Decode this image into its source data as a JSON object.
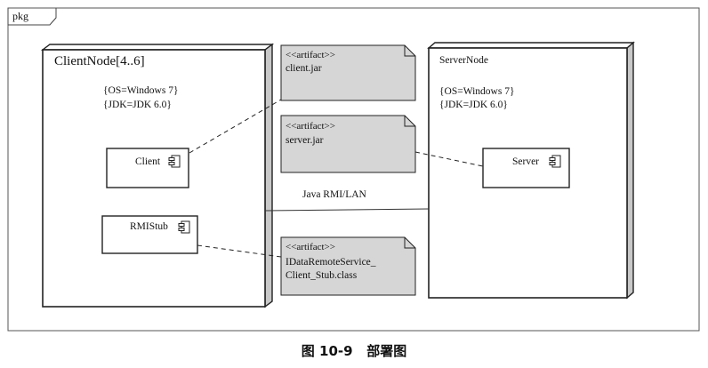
{
  "frame": {
    "label": "pkg"
  },
  "nodes": {
    "client": {
      "title": "ClientNode[4..6]",
      "props": [
        "{OS=Windows 7}",
        "{JDK=JDK 6.0}"
      ],
      "components": {
        "client": "Client",
        "stub": "RMIStub"
      }
    },
    "server": {
      "title": "ServerNode",
      "props": [
        "{OS=Windows 7}",
        "{JDK=JDK 6.0}"
      ],
      "components": {
        "server": "Server"
      }
    }
  },
  "artifacts": {
    "client_jar": {
      "stereotype": "<<artifact>>",
      "name_lines": [
        "client.jar"
      ]
    },
    "server_jar": {
      "stereotype": "<<artifact>>",
      "name_lines": [
        "server.jar"
      ]
    },
    "stub_class": {
      "stereotype": "<<artifact>>",
      "name_lines": [
        "IDataRemoteService_",
        "Client_Stub.class"
      ]
    }
  },
  "connection": {
    "label": "Java RMI/LAN"
  },
  "caption": "图 10-9   部署图"
}
